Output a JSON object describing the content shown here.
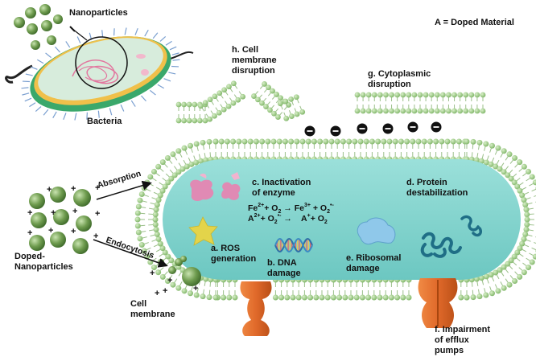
{
  "legend": "A = Doped Material",
  "labels": {
    "nanoparticles": "Nanoparticles",
    "bacteria": "Bacteria",
    "membrane_disruption": [
      "h. Cell",
      "membrane",
      "disruption"
    ],
    "cytoplasmic_disruption": [
      "g. Cytoplasmic",
      "disruption"
    ],
    "absorption": "Absorption",
    "endocytosis": "Endocytosis",
    "doped_nanoparticles": [
      "Doped-",
      "Nanoparticles"
    ],
    "cell_membrane": [
      "Cell",
      "membrane"
    ],
    "inactivation": [
      "c. Inactivation",
      "of enzyme"
    ],
    "protein": [
      "d. Protein",
      "destabilization"
    ],
    "ros": [
      "a. ROS",
      "generation"
    ],
    "dna": [
      "b. DNA",
      "damage"
    ],
    "ribosomal": [
      "e. Ribosomal",
      "damage"
    ],
    "efflux": [
      "f. Impairment",
      "of efflux",
      "pumps"
    ]
  },
  "equations": {
    "line1": {
      "fe2": "Fe",
      "sup2": "2+",
      "plus_o2": "+ O",
      "sub2": "2",
      "arrow": " → Fe",
      "sup3": "3+",
      "plus_o2b": " + O",
      "sub2b": "2",
      "supm": "•-"
    },
    "line2": {
      "a": "A",
      "sup2": "2+",
      "plus_o2": "+ O",
      "sub2": "2",
      "supm": "•-",
      "arrow": " →",
      "a2": "A",
      "sup1": "+",
      "plus_o2c": "+ O",
      "sub2c": "2"
    }
  },
  "charges": {
    "plus": "+",
    "minus": "−"
  },
  "colors": {
    "cytoplasm": "#7fd1cc",
    "lipid_head": "#8fc97a",
    "lipid_tail": "#9bbf8a",
    "particle": "#5a8a3e",
    "efflux_pump": "#e0692a",
    "enzyme": "#e08ab4",
    "ros": "#e3d44a",
    "ribosome": "#8fc8ea",
    "protein": "#1f6e86"
  },
  "icons": [
    "nanoparticle-icon",
    "bacteria-icon",
    "enzyme-icon",
    "ros-star-icon",
    "dna-helix-icon",
    "ribosome-icon",
    "protein-icon",
    "efflux-pump-icon",
    "negative-charge-icon"
  ]
}
